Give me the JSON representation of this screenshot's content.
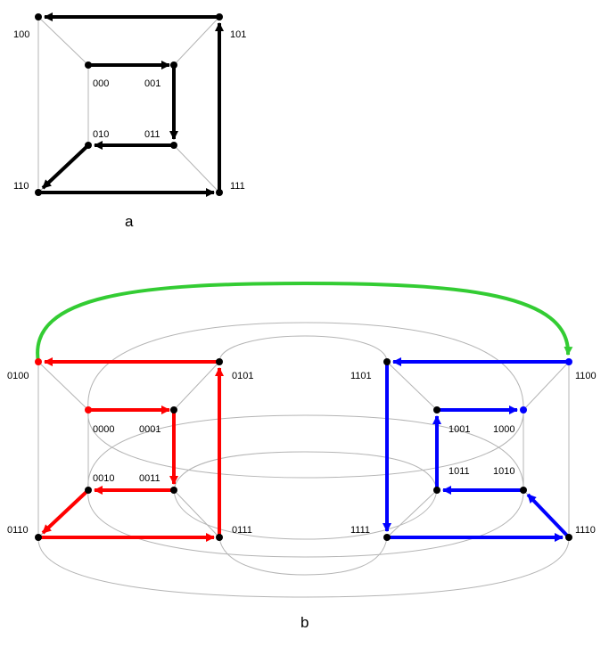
{
  "panel_a": {
    "caption": "a",
    "labels": {
      "n000": "000",
      "n001": "001",
      "n010": "010",
      "n011": "011",
      "n100": "100",
      "n101": "101",
      "n110": "110",
      "n111": "111"
    },
    "path_color": "#000000",
    "path": [
      "000",
      "001",
      "011",
      "010",
      "110",
      "111",
      "101",
      "100"
    ]
  },
  "panel_b": {
    "caption": "b",
    "labels": {
      "n0000": "0000",
      "n0001": "0001",
      "n0010": "0010",
      "n0011": "0011",
      "n0100": "0100",
      "n0101": "0101",
      "n0110": "0110",
      "n0111": "0111",
      "n1000": "1000",
      "n1001": "1001",
      "n1010": "1010",
      "n1011": "1011",
      "n1100": "1100",
      "n1101": "1101",
      "n1110": "1110",
      "n1111": "1111"
    },
    "colors": {
      "left_path": "#ff0000",
      "right_path": "#0000ff",
      "bridge": "#33cc33",
      "edge": "#b4b4b4"
    },
    "left_path": [
      "0000",
      "0001",
      "0011",
      "0010",
      "0110",
      "0111",
      "0101",
      "0100"
    ],
    "bridge": [
      "0100",
      "1100"
    ],
    "right_path": [
      "1100",
      "1101",
      "1111",
      "1110",
      "1010",
      "1011",
      "1001",
      "1000"
    ]
  }
}
